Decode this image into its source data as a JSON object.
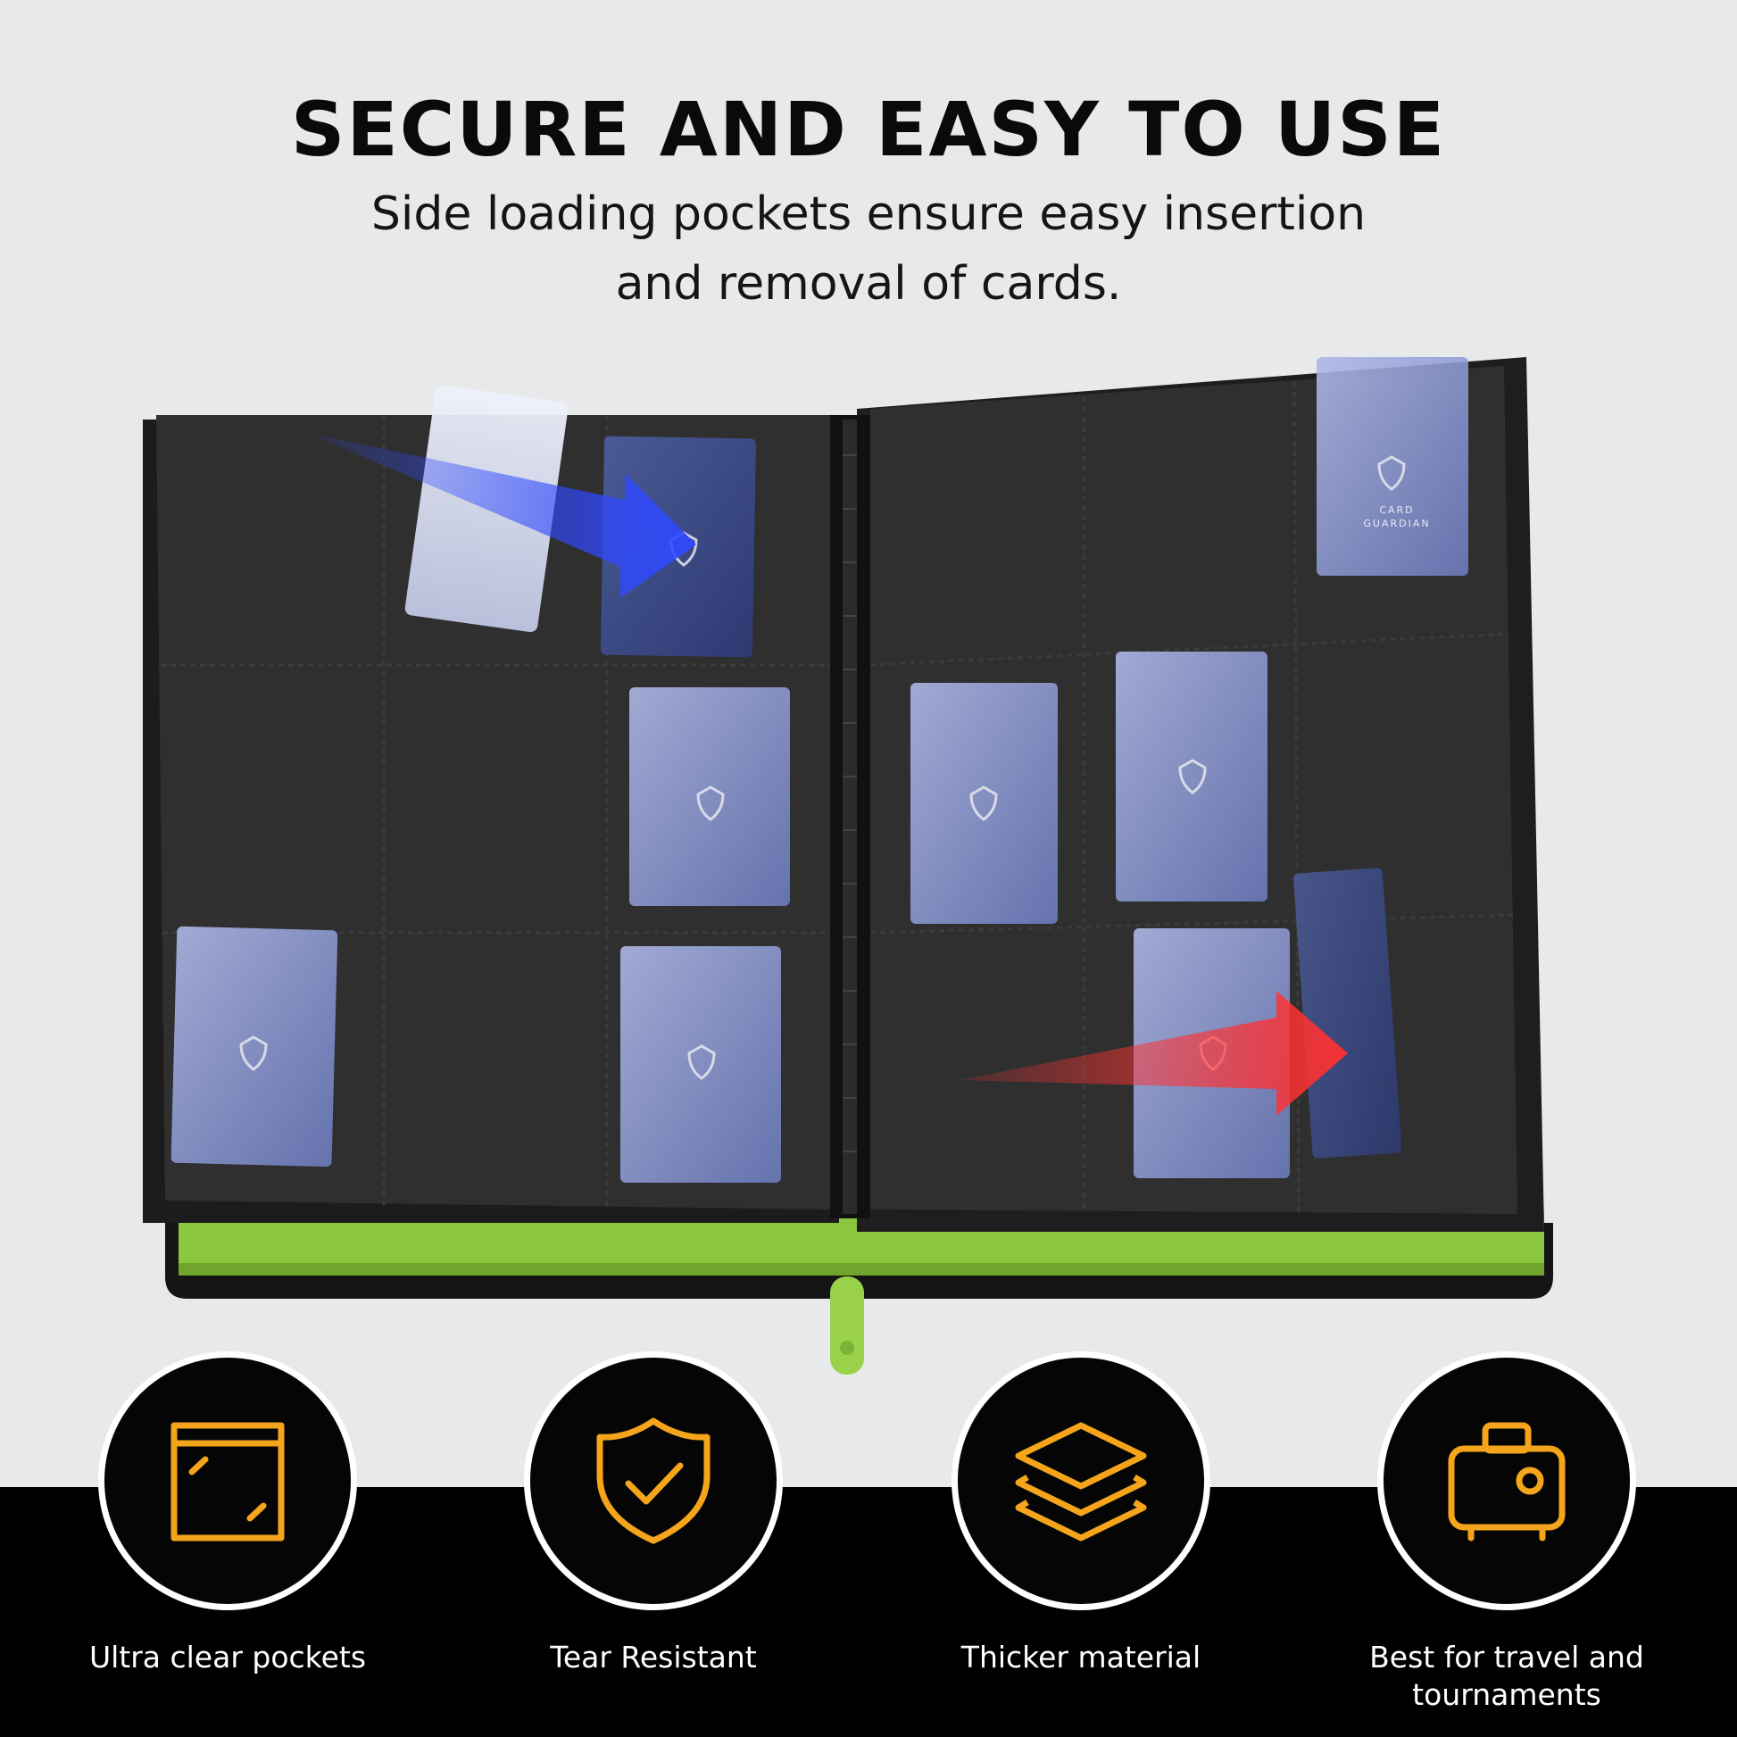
{
  "header": {
    "title": "SECURE AND EASY TO USE",
    "subtitle_line1": "Side loading pockets ensure easy insertion",
    "subtitle_line2": "and removal of cards."
  },
  "product": {
    "card_brand_line1": "CARD",
    "card_brand_line2": "GUARDIAN",
    "accent_colors": {
      "binder_body": "#2f2f2f",
      "zipper_lining": "#8cc63f",
      "arrow_blue": "#2f49ff",
      "arrow_red": "#ff3131"
    }
  },
  "features": [
    {
      "icon": "clear-pocket-icon",
      "label": "Ultra clear pockets"
    },
    {
      "icon": "shield-check-icon",
      "label": "Tear Resistant"
    },
    {
      "icon": "layers-icon",
      "label": "Thicker material"
    },
    {
      "icon": "suitcase-icon",
      "label": "Best for travel and tournaments"
    }
  ],
  "icon_color": "#f5a51b"
}
